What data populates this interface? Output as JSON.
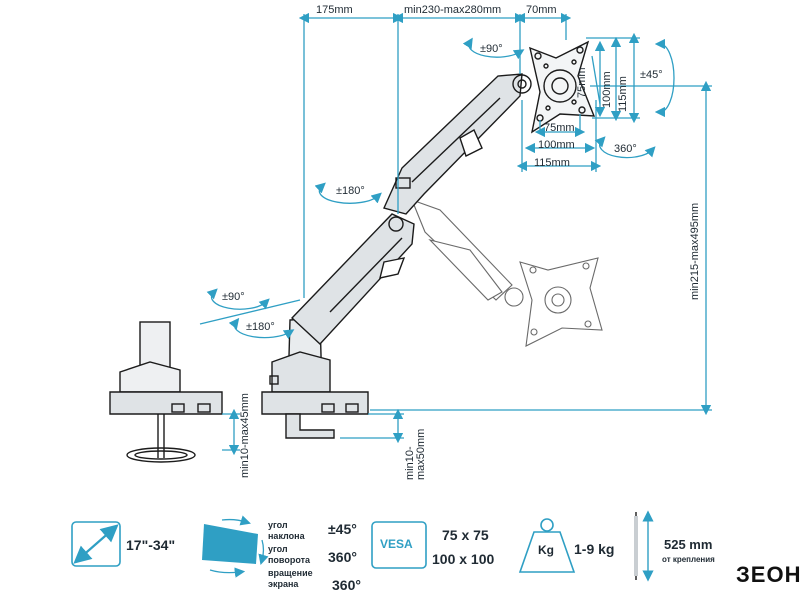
{
  "dims": {
    "top_175": "175mm",
    "top_reach": "min230-max280mm",
    "top_70": "70mm",
    "vesa_h_75": "75mm",
    "vesa_h_100": "100mm",
    "vesa_h_115": "115mm",
    "vesa_v_75": "75mm",
    "vesa_v_100": "100mm",
    "vesa_v_115": "115mm",
    "height_range": "min215-max495mm",
    "clamp_range": "min10-max45mm",
    "grommet_range": "min10-max50mm"
  },
  "rotations": {
    "top_swivel": "±90°",
    "tilt": "±45°",
    "rotate_360": "360°",
    "mid_swivel": "±180°",
    "base_swivel_90": "±90°",
    "base_swivel_180": "±180°"
  },
  "specs": {
    "screen_size": "17\"-34\"",
    "tilt_label": "угол\nнаклона",
    "tilt_value": "±45°",
    "swivel_label": "угол\nповорота",
    "swivel_value": "360°",
    "rotate_label": "вращение\nэкрана",
    "rotate_value": "360°",
    "vesa_icon_text": "VESA",
    "vesa_sizes_1": "75 x 75",
    "vesa_sizes_2": "100 x 100",
    "weight_icon_text": "Kg",
    "weight_range": "1-9 kg",
    "arm_length": "525 mm",
    "arm_length_note": "от крепления"
  },
  "brand": {
    "logo": "ЗЕОН"
  },
  "colors": {
    "dimension_lines": "#2f9fc4",
    "outline": "#1b1b1b"
  }
}
